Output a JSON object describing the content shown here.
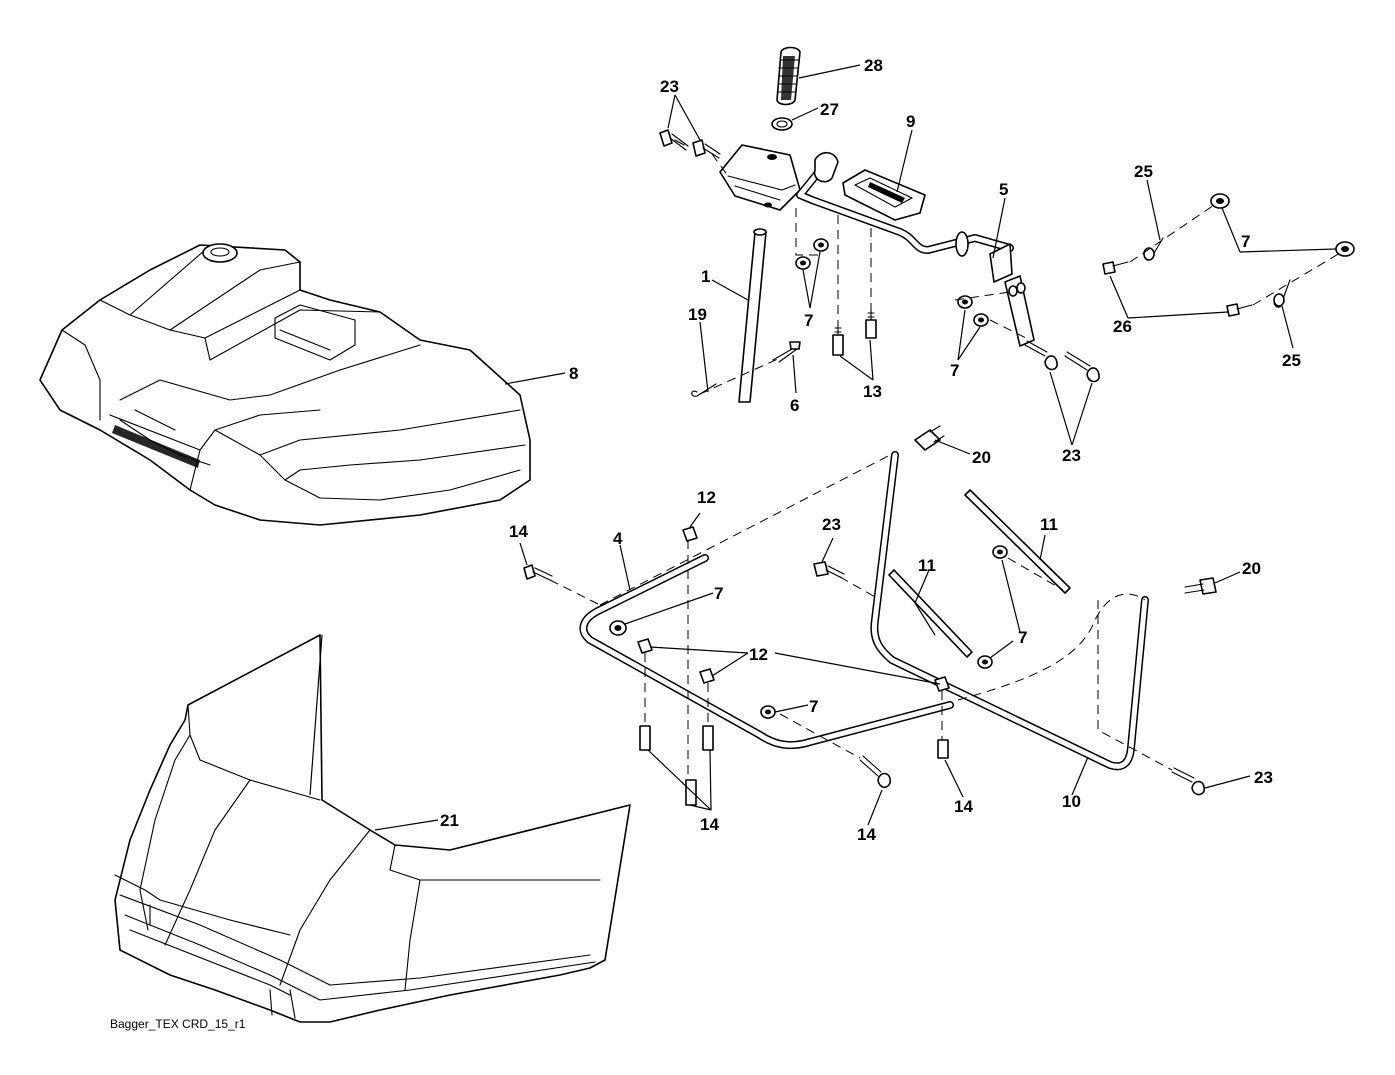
{
  "drawing_ref": "Bagger_TEX CRD_15_r1",
  "callouts": {
    "c28": "28",
    "c27": "27",
    "c23a": "23",
    "c9": "9",
    "c5": "5",
    "c25a": "25",
    "c7a": "7",
    "c26": "26",
    "c25b": "25",
    "c1": "1",
    "c19": "19",
    "c7b": "7",
    "c13": "13",
    "c6": "6",
    "c7c": "7",
    "c23b": "23",
    "c8": "8",
    "c20a": "20",
    "c12a": "12",
    "c14a": "14",
    "c4": "4",
    "c23c": "23",
    "c11a": "11",
    "c11b": "11",
    "c20b": "20",
    "c7d": "7",
    "c7e": "7",
    "c12b": "12",
    "c7f": "7",
    "c14b": "14",
    "c14c": "14",
    "c14d": "14",
    "c10": "10",
    "c23d": "23",
    "c21": "21"
  }
}
